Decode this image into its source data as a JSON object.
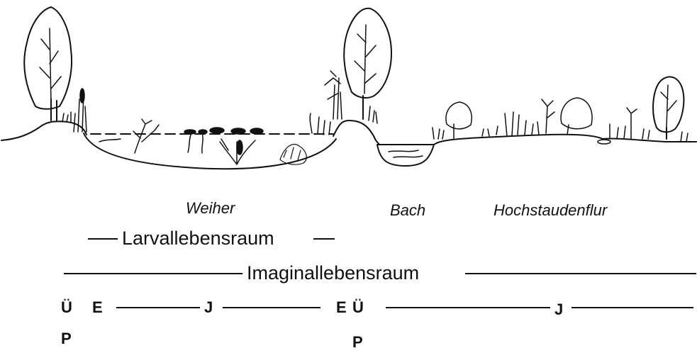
{
  "habitats": {
    "pond": "Weiher",
    "stream": "Bach",
    "tall_herb": "Hochstaudenflur"
  },
  "ranges": {
    "larval": "Larvallebensraum",
    "imaginal": "Imaginallebensraum"
  },
  "codes": {
    "left_u": "Ü",
    "left_e": "E",
    "left_j": "J",
    "left_p": "P",
    "mid_e": "E",
    "mid_u": "Ü",
    "mid_p": "P",
    "right_j": "J"
  }
}
